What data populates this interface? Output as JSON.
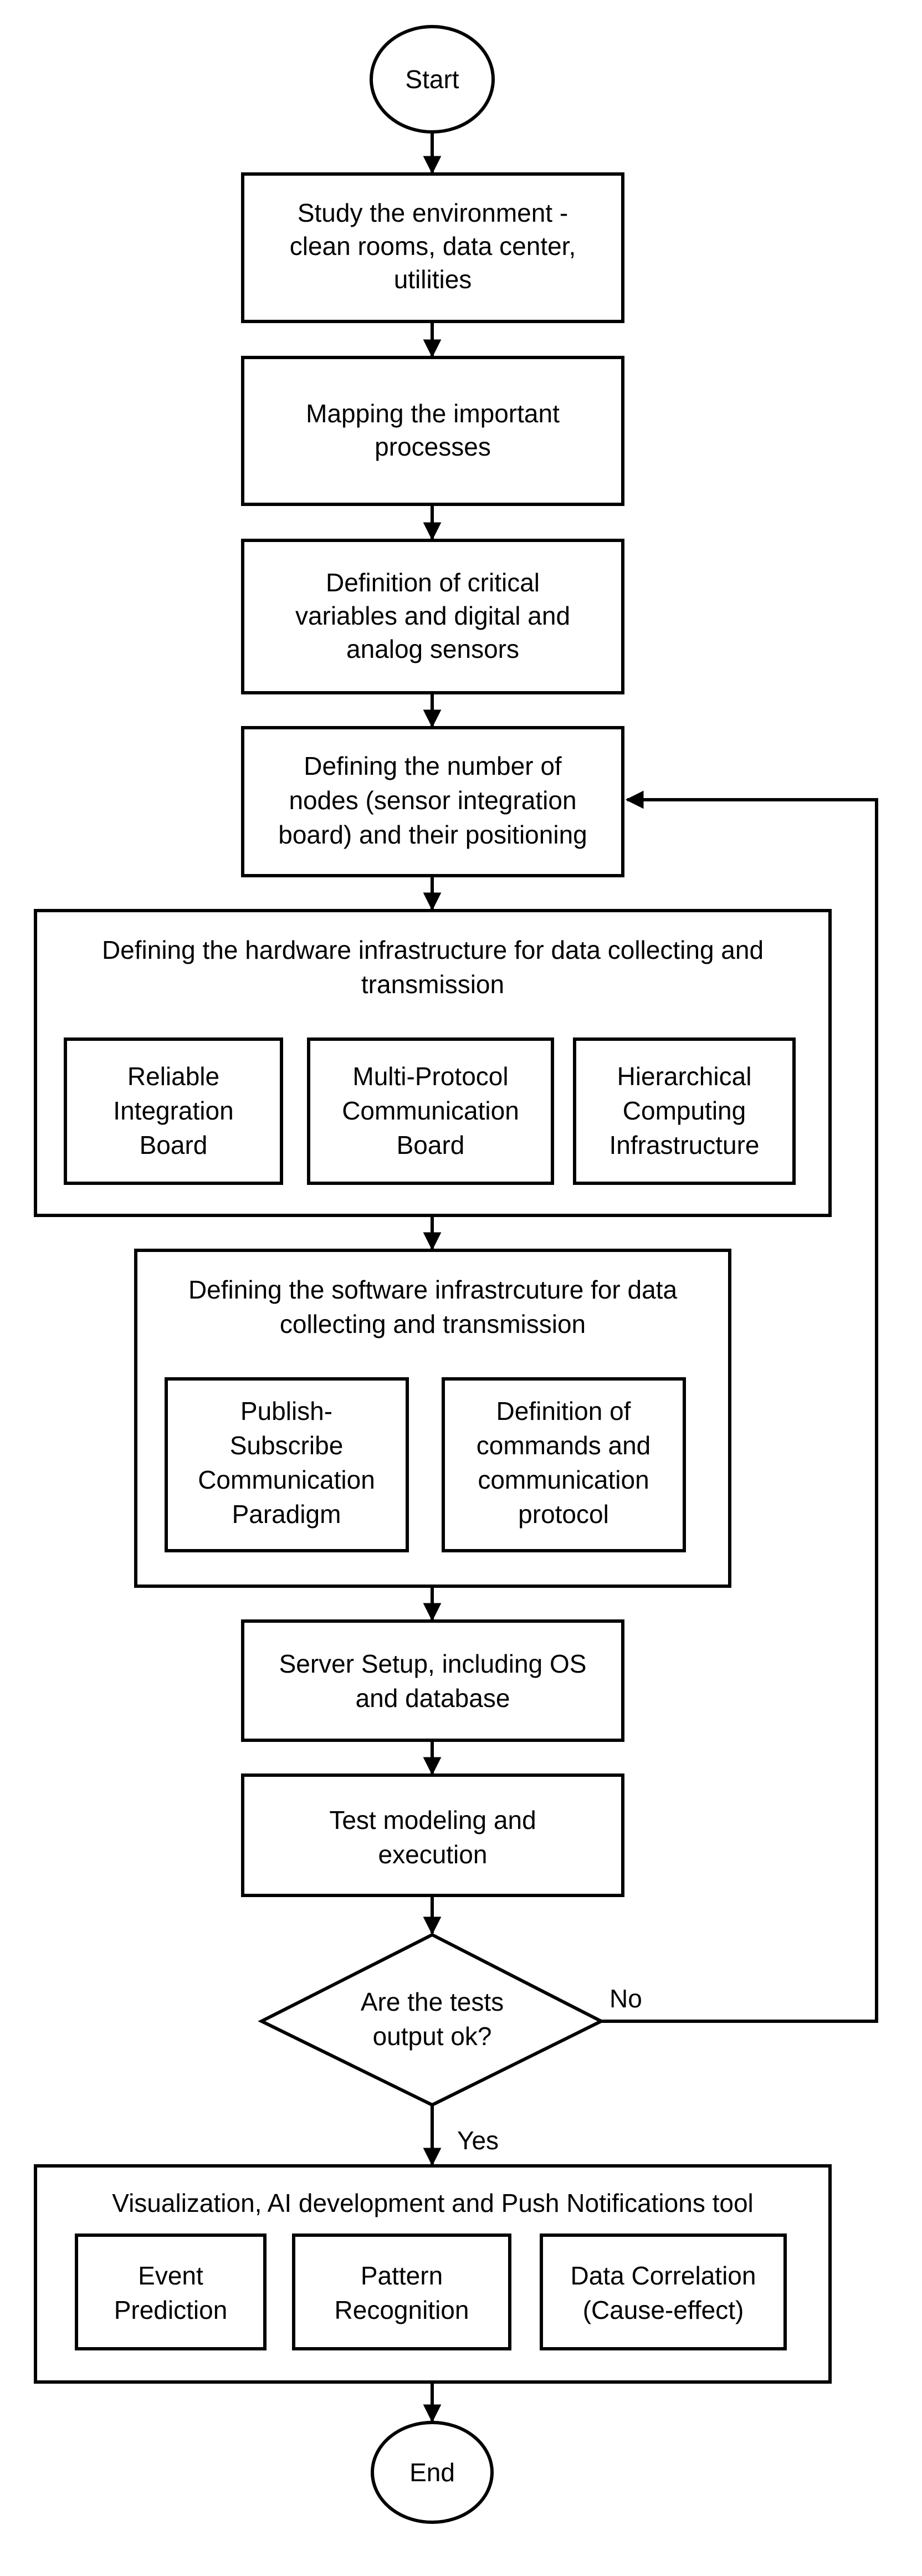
{
  "flow": {
    "start": "Start",
    "study_env": [
      "Study the environment -",
      "clean rooms, data center,",
      "utilities"
    ],
    "mapping": [
      "Mapping the important",
      "processes"
    ],
    "critical_vars": [
      "Definition of critical",
      "variables and digital and",
      "analog sensors"
    ],
    "nodes": [
      "Defining the number of",
      "nodes (sensor integration",
      "board) and their positioning"
    ],
    "hardware": {
      "title": [
        "Defining the hardware infrastructure for data collecting and",
        "transmission"
      ],
      "items": [
        [
          "Reliable",
          "Integration",
          "Board"
        ],
        [
          "Multi-Protocol",
          "Communication",
          "Board"
        ],
        [
          "Hierarchical",
          "Computing",
          "Infrastructure"
        ]
      ]
    },
    "software": {
      "title": [
        "Defining the software infrastrcuture for data",
        "collecting and transmission"
      ],
      "items": [
        [
          "Publish-",
          "Subscribe",
          "Communication",
          "Paradigm"
        ],
        [
          "Definition of",
          "commands and",
          "communication",
          "protocol"
        ]
      ]
    },
    "server": [
      "Server Setup, including OS",
      "and database"
    ],
    "test": [
      "Test modeling and",
      "execution"
    ],
    "decision": [
      "Are the tests",
      "output ok?"
    ],
    "no_label": "No",
    "yes_label": "Yes",
    "visualization": {
      "title": "Visualization, AI development and Push Notifications tool",
      "items": [
        [
          "Event",
          "Prediction"
        ],
        [
          "Pattern",
          "Recognition"
        ],
        [
          "Data Correlation",
          "(Cause-effect)"
        ]
      ]
    },
    "end": "End"
  }
}
